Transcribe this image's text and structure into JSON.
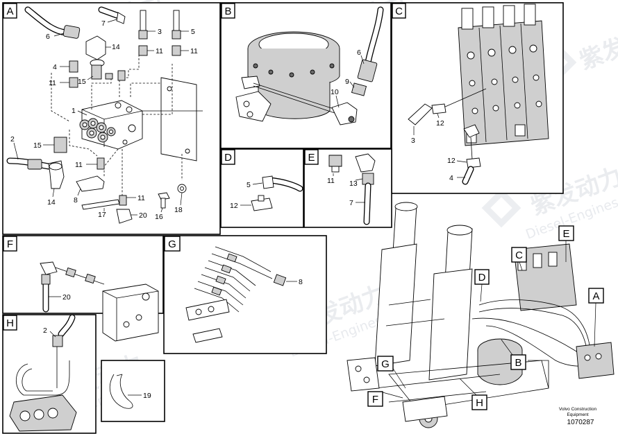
{
  "panels": [
    {
      "id": "A",
      "label": "A"
    },
    {
      "id": "B",
      "label": "B"
    },
    {
      "id": "C",
      "label": "C"
    },
    {
      "id": "D",
      "label": "D"
    },
    {
      "id": "E",
      "label": "E"
    },
    {
      "id": "F",
      "label": "F"
    },
    {
      "id": "G",
      "label": "G"
    },
    {
      "id": "H",
      "label": "H"
    }
  ],
  "callouts": {
    "A": [
      "7",
      "3",
      "5",
      "6",
      "14",
      "11",
      "11",
      "4",
      "11",
      "15",
      "1",
      "2",
      "15",
      "11",
      "14",
      "8",
      "11",
      "17",
      "20",
      "16",
      "18"
    ],
    "B": [
      "6",
      "9",
      "10"
    ],
    "C": [
      "12",
      "3",
      "12",
      "4"
    ],
    "D": [
      "5",
      "12"
    ],
    "E": [
      "11",
      "13",
      "7"
    ],
    "F": [
      "20"
    ],
    "G": [
      "8"
    ],
    "H": [
      "2"
    ],
    "clip": [
      "19"
    ]
  },
  "overview_tags": [
    "A",
    "B",
    "C",
    "D",
    "E",
    "F",
    "G",
    "H"
  ],
  "footer": {
    "brand_line1": "Volvo Construction",
    "brand_line2": "Equipment",
    "doc_number": "1070287"
  },
  "watermark": {
    "cn": "紫发动力",
    "en": "Diesel-Engines"
  }
}
